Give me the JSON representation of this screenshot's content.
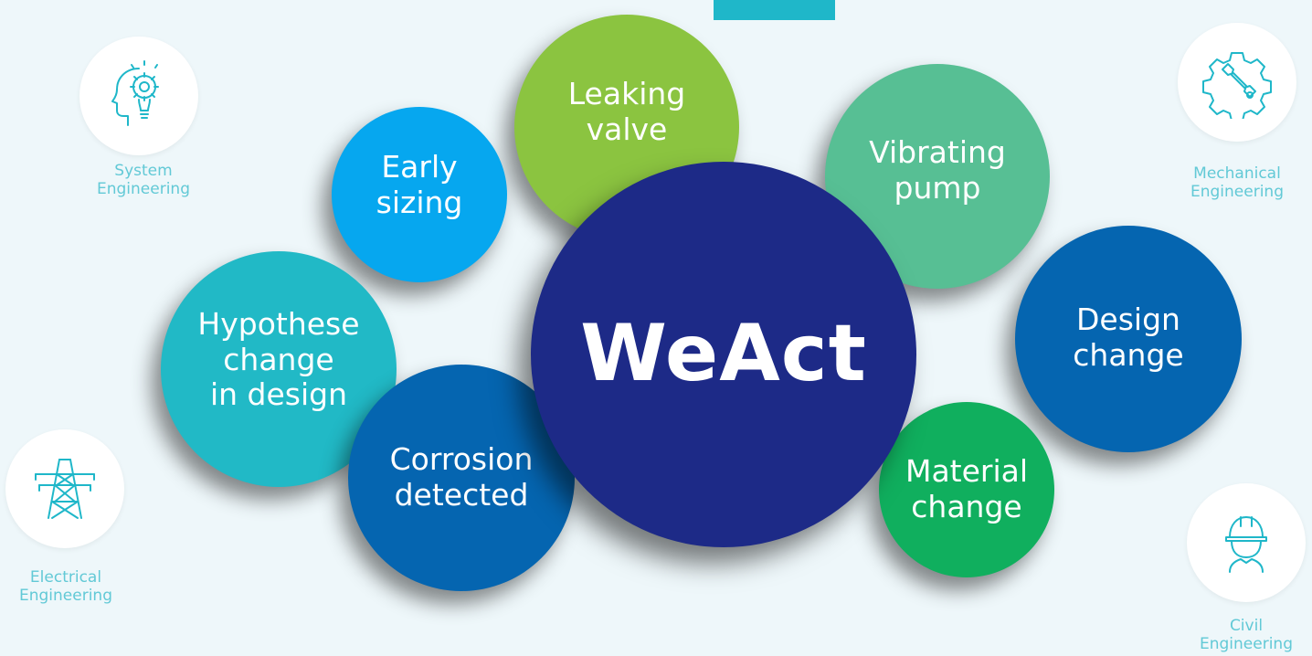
{
  "bubbles": {
    "leaking_valve": "Leaking\nvalve",
    "early_sizing": "Early\nsizing",
    "vibrating_pump": "Vibrating\npump",
    "hypothese": "Hypothese\nchange\nin design",
    "design_change": "Design\nchange",
    "corrosion": "Corrosion\ndetected",
    "material_change": "Material\nchange",
    "center": "WeAct"
  },
  "disciplines": {
    "system": {
      "label": "System\nEngineering",
      "icon": "head-gear-bulb-icon"
    },
    "mechanical": {
      "label": "Mechanical\nEngineering",
      "icon": "gear-wrench-icon"
    },
    "electrical": {
      "label": "Electrical\nEngineering",
      "icon": "power-pylon-icon"
    },
    "civil": {
      "label": "Civil\nEngineering",
      "icon": "hard-hat-worker-icon"
    }
  },
  "colors": {
    "background": "#eef7fa",
    "accent_teal": "#1fb7c9",
    "lime": "#8bc440",
    "sky_blue": "#06a7ef",
    "mint": "#57bf94",
    "teal": "#21b9c6",
    "blue": "#0565b0",
    "green": "#10af5e",
    "navy": "#1d2a87",
    "caption": "#62c9d6"
  }
}
